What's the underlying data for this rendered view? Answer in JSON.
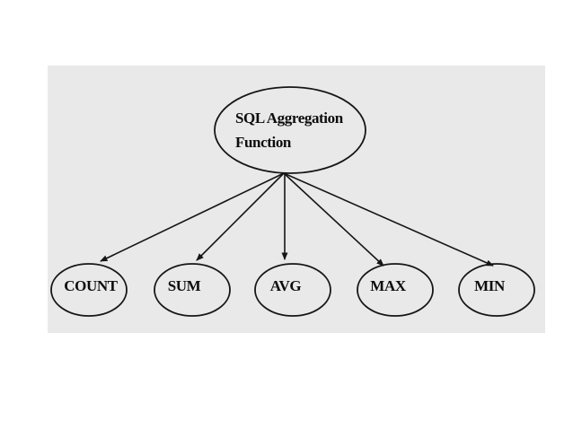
{
  "diagram": {
    "root": {
      "line1": "SQL Aggregation",
      "line2": "Function"
    },
    "nodes": [
      {
        "label": "COUNT"
      },
      {
        "label": "SUM"
      },
      {
        "label": "AVG"
      },
      {
        "label": "MAX"
      },
      {
        "label": "MIN"
      }
    ],
    "colors": {
      "page_bg": "#ffffff",
      "panel_bg": "#e9e9e9",
      "stroke": "#161616",
      "text": "#0d0d0d"
    }
  }
}
